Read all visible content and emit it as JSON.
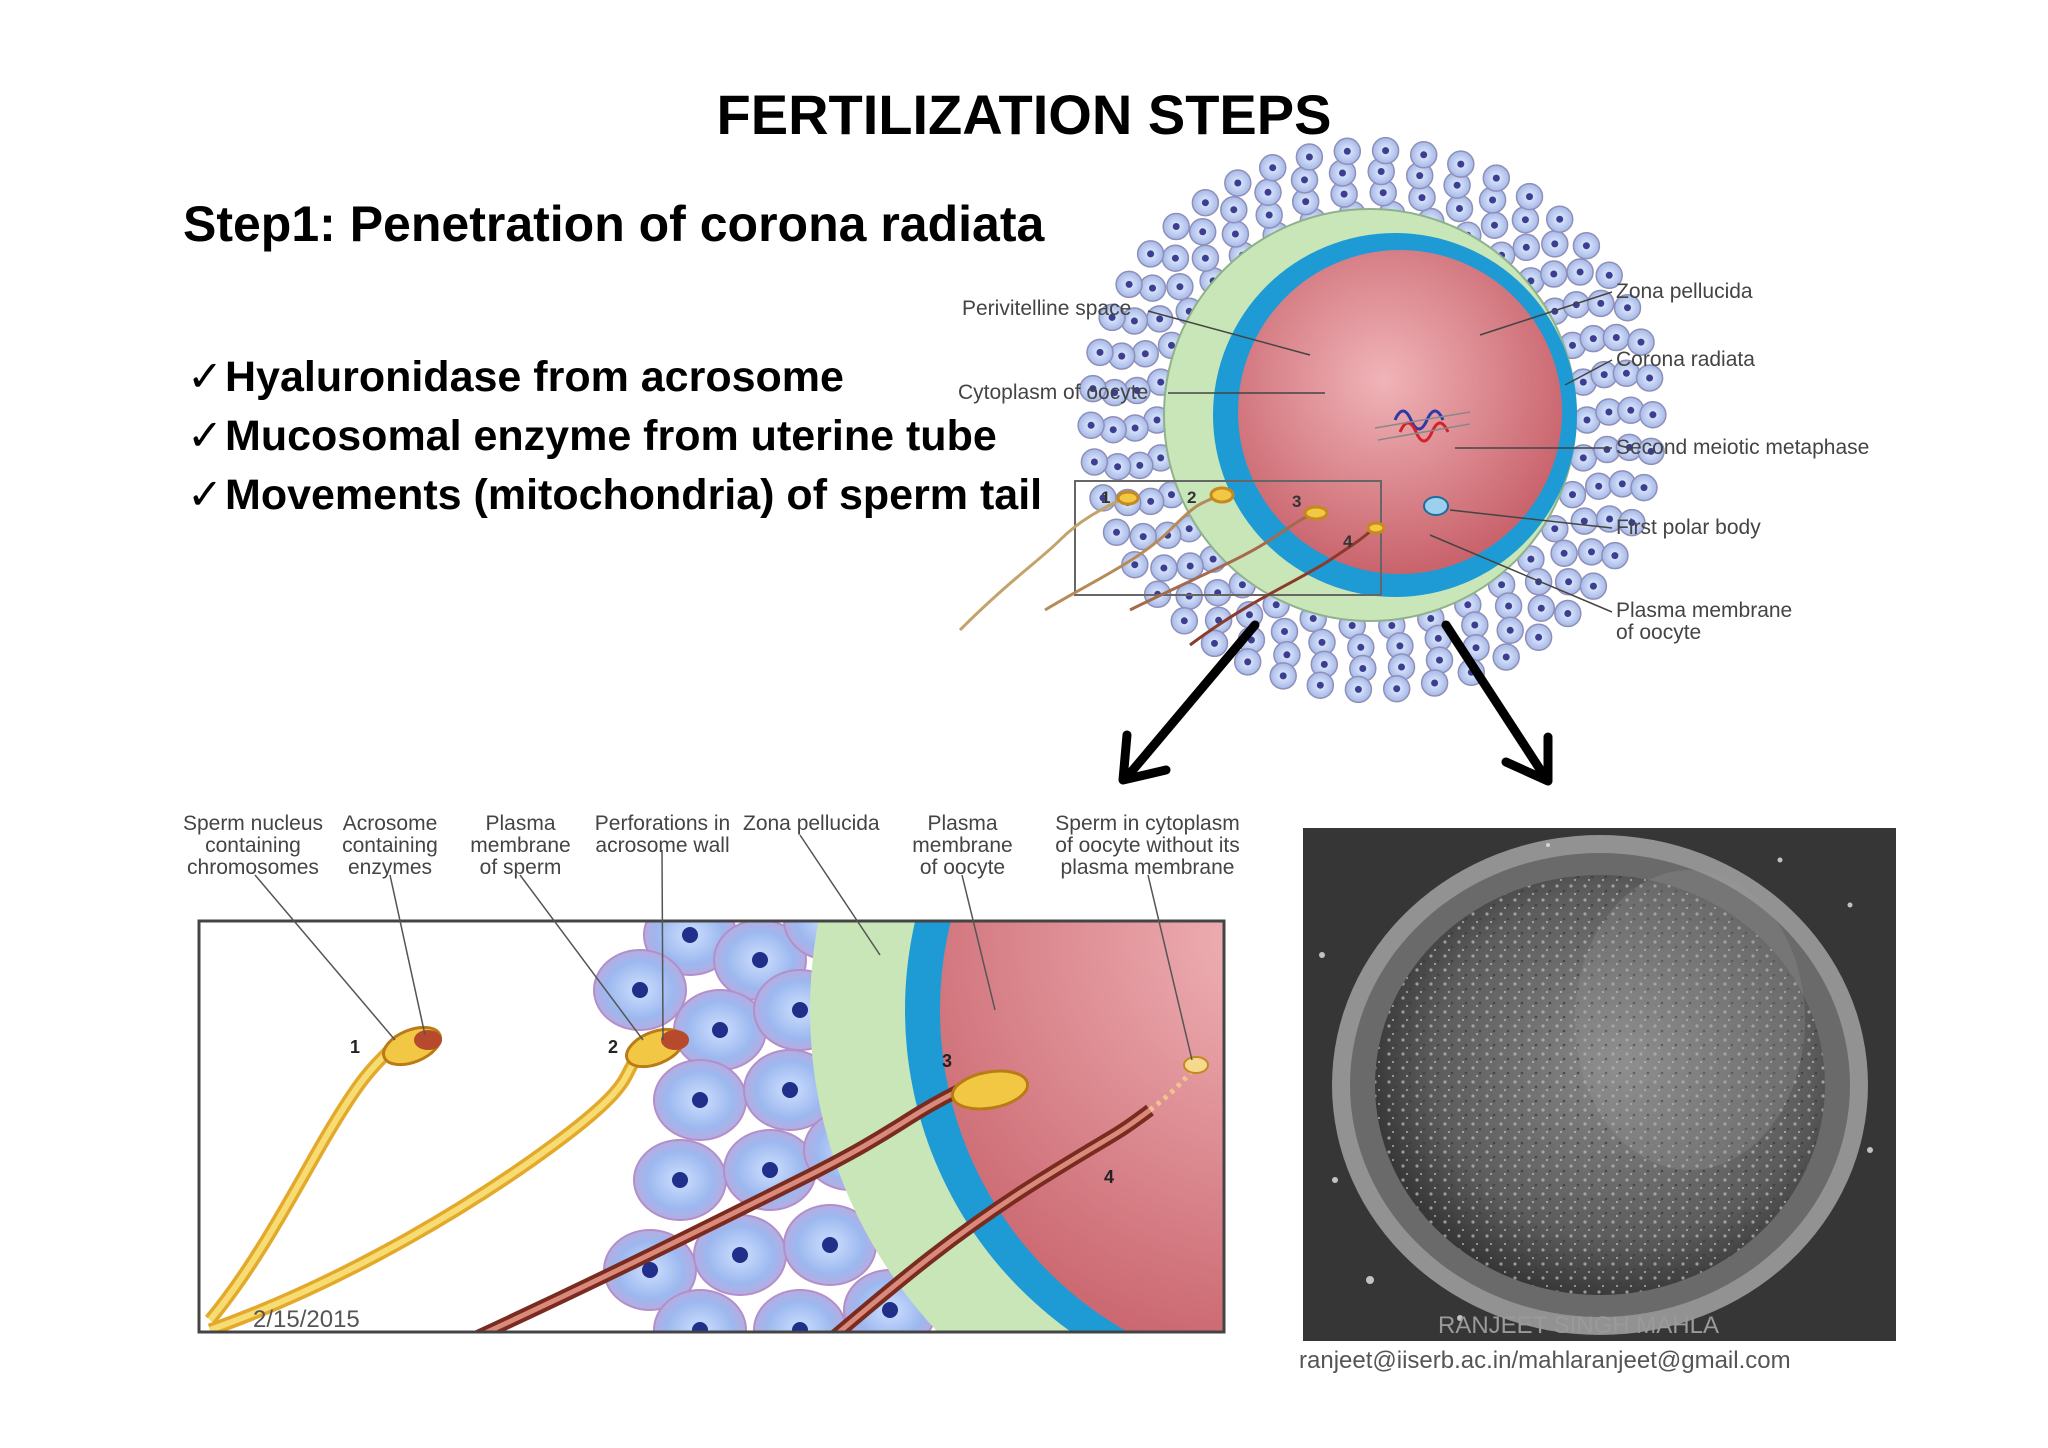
{
  "slide": {
    "title": "FERTILIZATION STEPS",
    "step_heading": "Step1: Penetration of corona radiata",
    "bullets": [
      "Hyaluronidase from acrosome",
      "Mucosomal enzyme from uterine tube",
      "Movements (mitochondria) of sperm tail"
    ],
    "bullet_marker": "✓"
  },
  "top_figure": {
    "labels": {
      "perivitelline_space": "Perivitelline space",
      "cytoplasm_of_oocyte": "Cytoplasm of oocyte",
      "zona_pellucida": "Zona pellucida",
      "corona_radiata": "Corona radiata",
      "second_meiotic_metaphase": "Second meiotic metaphase",
      "first_polar_body": "First polar body",
      "plasma_membrane_of_oocyte": "Plasma membrane\nof oocyte"
    },
    "sperm_numbers": [
      "1",
      "2",
      "3",
      "4"
    ]
  },
  "bottom_figure": {
    "labels": {
      "sperm_nucleus": "Sperm nucleus\ncontaining\nchromosomes",
      "acrosome": "Acrosome\ncontaining\nenzymes",
      "plasma_membrane_sperm": "Plasma\nmembrane\nof sperm",
      "perforations": "Perforations in\nacrosome wall",
      "zona_pellucida": "Zona pellucida",
      "plasma_membrane_oocyte": "Plasma\nmembrane\nof oocyte",
      "sperm_in_cytoplasm": "Sperm in cytoplasm\nof oocyte without its\nplasma membrane"
    },
    "sperm_numbers": [
      "1",
      "2",
      "3",
      "4"
    ]
  },
  "footer": {
    "date": "2/15/2015",
    "author": "RANJEET SINGH MAHLA",
    "email": "ranjeet@iiserb.ac.in/mahlaranjeet@gmail.com"
  },
  "colors": {
    "cytoplasm": "#d9787f",
    "zona": "#c9e6b8",
    "perivitelline": "#1e9bd4",
    "corona_cell": "#b9c8ef",
    "corona_cell_edge": "#9aa3c8",
    "cell_nucleus": "#3b3f8f",
    "sperm_yellow": "#f2c744",
    "sperm_brown": "#8a3b2c",
    "arrow": "#000000"
  }
}
